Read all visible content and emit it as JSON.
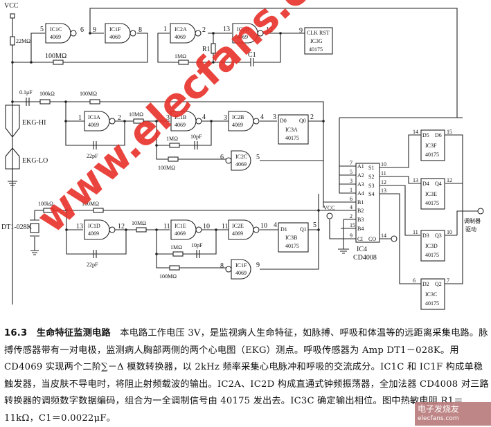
{
  "vcc": "VCC",
  "top": {
    "r22m": "22MΩ",
    "r100m": "100MΩ",
    "ic1c": "IC1C",
    "ic1f": "IC1F",
    "ic2a": "IC2A",
    "ic2d": "IC2D",
    "part": "4069",
    "p5": "5",
    "p6": "6",
    "p9": "9",
    "p8": "8",
    "p1": "1",
    "p2": "2",
    "p13": "13",
    "p12": "12",
    "r1": "R1",
    "r1m": "1MΩ",
    "c1": "C1",
    "clk_pin": "9",
    "clk": "CLK RST",
    "ic3g": "IC3G",
    "ic40175": "40175"
  },
  "ekg": {
    "c01": "0.1μF",
    "r100k": "100kΩ",
    "r100m": "100MΩ",
    "hi": "EKG-HI",
    "lo": "EKG-LO",
    "ic1a": "IC1A",
    "ic1b": "IC1B",
    "ic2b": "IC2B",
    "ic2c": "IC2C",
    "ic3a": "IC3A",
    "part": "4069",
    "ff": "40175",
    "r10m": "10MΩ",
    "r1m": "1MΩ",
    "c10p": "10pF",
    "c22p": "22pF",
    "r100m2": "100MΩ",
    "p1": "1",
    "p2": "2",
    "p3": "3",
    "p4": "4",
    "p3b": "3",
    "p4b": "4",
    "p3c": "3",
    "d0": "D0",
    "q0": "Q0",
    "p2q": "2",
    "p6": "6",
    "p5": "5"
  },
  "resp": {
    "sensor": "DT1-028K",
    "r100k": "100kΩ",
    "r100m": "100MΩ",
    "ic1d": "IC1D",
    "ic1e": "IC1E",
    "ic2e": "IC2E",
    "ic1f": "IC1F",
    "ic3b": "IC3B",
    "part": "4069",
    "ff": "40175",
    "r10m": "10MΩ",
    "r1m": "1MΩ",
    "c10p": "10pF",
    "c22p": "22pF",
    "r100m2": "100MΩ",
    "p13": "13",
    "p12": "12",
    "p11": "11",
    "p10": "10",
    "p11b": "11",
    "p10b": "10",
    "p4": "4",
    "d1": "D1",
    "q1": "Q1",
    "p5": "5",
    "p8": "8",
    "p9": "9"
  },
  "adder": {
    "name": "IC4",
    "part": "CD4008",
    "vcc": "VCC",
    "pins_left": [
      [
        "7",
        "A1"
      ],
      [
        "5",
        "A2"
      ],
      [
        "3",
        "A3"
      ],
      [
        "1",
        "A4"
      ],
      [
        "6",
        "B1"
      ],
      [
        "4",
        "B2"
      ],
      [
        "2",
        "B3"
      ],
      [
        "15",
        "B4"
      ],
      [
        "9",
        "CI"
      ]
    ],
    "pins_right": [
      [
        "10",
        "S1"
      ],
      [
        "11",
        "S2"
      ],
      [
        "12",
        "S3"
      ],
      [
        "13",
        "S4"
      ],
      [
        "14",
        "CO"
      ]
    ]
  },
  "ffs": [
    {
      "name": "IC3F",
      "part": "40175",
      "in_pin": "14",
      "d": "D5",
      "q": "D6",
      "out_pin": "15"
    },
    {
      "name": "IC3E",
      "part": "40175",
      "in_pin": "13",
      "d": "D4",
      "q": "Q4",
      "out_pin": "12"
    },
    {
      "name": "IC3D",
      "part": "40175",
      "in_pin": "11",
      "d": "D3",
      "q": "Q3",
      "out_pin": "10"
    },
    {
      "name": "IC3C",
      "part": "40175",
      "in_pin": "6",
      "d": "D2",
      "q": "Q2",
      "out_pin": "7"
    }
  ],
  "output_label": [
    "调制器",
    "驱动"
  ],
  "watermark": "www.elecfans.com",
  "logo": {
    "cn": "电子发烧友",
    "en": "elecfans.com"
  },
  "caption": {
    "heading": "16.3　生命特征监测电路",
    "body": "　本电路工作电压 3V，是监视病人生命特征，如脉搏、呼吸和体温等的远距离采集电路。脉搏传感器带有一对电极，监测病人胸部两侧的两个心电图（EKG）测点。呼吸传感器为 Amp DT1－028K。用 CD4069 实现两个二阶∑－Δ 模数转换器，以 2kHz 频率采集心电脉冲和呼吸的交流成分。IC1C 和 IC1F 构成单稳触发器，当皮肤不导电时，将阻止射频载波的输出。IC2A、IC2D 构成直通式钟频振荡器，全加法器 CD4008 对三路转换器的调频数字数据编码，组合为一全调制信号由 40175 发出去。IC3C 确定输出相位。图中热敏电阻 R1＝11kΩ，C1＝0.0022μF。"
  }
}
